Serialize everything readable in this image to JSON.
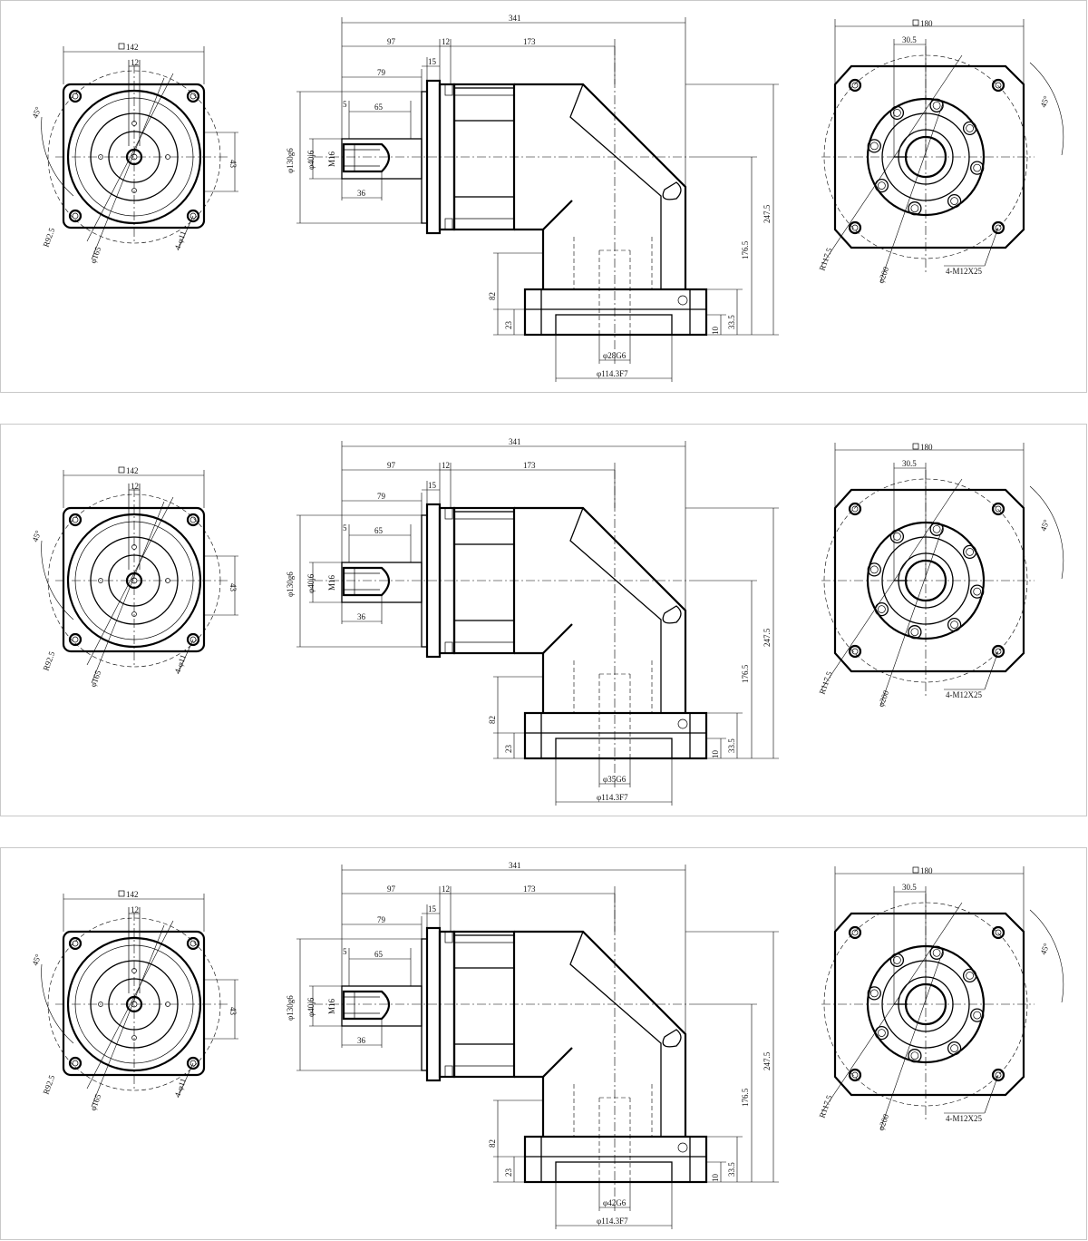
{
  "views": [
    {
      "input_flange": {
        "square": "142",
        "key": "12",
        "angle": "45°",
        "offset": "43",
        "radius": "R92.5",
        "pcd": "φ165",
        "holes": "4-φ11"
      },
      "side": {
        "overall": "341",
        "d97": "97",
        "d12": "12",
        "d173": "173",
        "d79": "79",
        "d15": "15",
        "d65": "65",
        "d5": "5",
        "d36": "36",
        "pilot": "φ130g6",
        "shaft": "φ40j6",
        "thread": "M16",
        "h82": "82",
        "h23": "23",
        "h176": "176.5",
        "h247": "247.5",
        "h33": "33.5",
        "h10": "10",
        "bore": "φ28G6",
        "spigot": "φ114.3F7"
      },
      "output_flange": {
        "square": "180",
        "width": "30.5",
        "angle": "45°",
        "radius": "R117.5",
        "pcd": "φ200",
        "holes": "4-M12X25"
      }
    },
    {
      "input_flange": {
        "square": "142",
        "key": "12",
        "angle": "45°",
        "offset": "43",
        "radius": "R92.5",
        "pcd": "φ165",
        "holes": "4-φ11"
      },
      "side": {
        "overall": "341",
        "d97": "97",
        "d12": "12",
        "d173": "173",
        "d79": "79",
        "d15": "15",
        "d65": "65",
        "d5": "5",
        "d36": "36",
        "pilot": "φ130g6",
        "shaft": "φ40j6",
        "thread": "M16",
        "h82": "82",
        "h23": "23",
        "h176": "176.5",
        "h247": "247.5",
        "h33": "33.5",
        "h10": "10",
        "bore": "φ35G6",
        "spigot": "φ114.3F7"
      },
      "output_flange": {
        "square": "180",
        "width": "30.5",
        "angle": "45°",
        "radius": "R117.5",
        "pcd": "φ200",
        "holes": "4-M12X25"
      }
    },
    {
      "input_flange": {
        "square": "142",
        "key": "12",
        "angle": "45°",
        "offset": "43",
        "radius": "R92.5",
        "pcd": "φ165",
        "holes": "4-φ11"
      },
      "side": {
        "overall": "341",
        "d97": "97",
        "d12": "12",
        "d173": "173",
        "d79": "79",
        "d15": "15",
        "d65": "65",
        "d5": "5",
        "d36": "36",
        "pilot": "φ130g6",
        "shaft": "φ40j6",
        "thread": "M16",
        "h82": "82",
        "h23": "23",
        "h176": "176.5",
        "h247": "247.5",
        "h33": "33.5",
        "h10": "10",
        "bore": "φ42G6",
        "spigot": "φ114.3F7"
      },
      "output_flange": {
        "square": "180",
        "width": "30.5",
        "angle": "45°",
        "radius": "R117.5",
        "pcd": "φ200",
        "holes": "4-M12X25"
      }
    }
  ]
}
